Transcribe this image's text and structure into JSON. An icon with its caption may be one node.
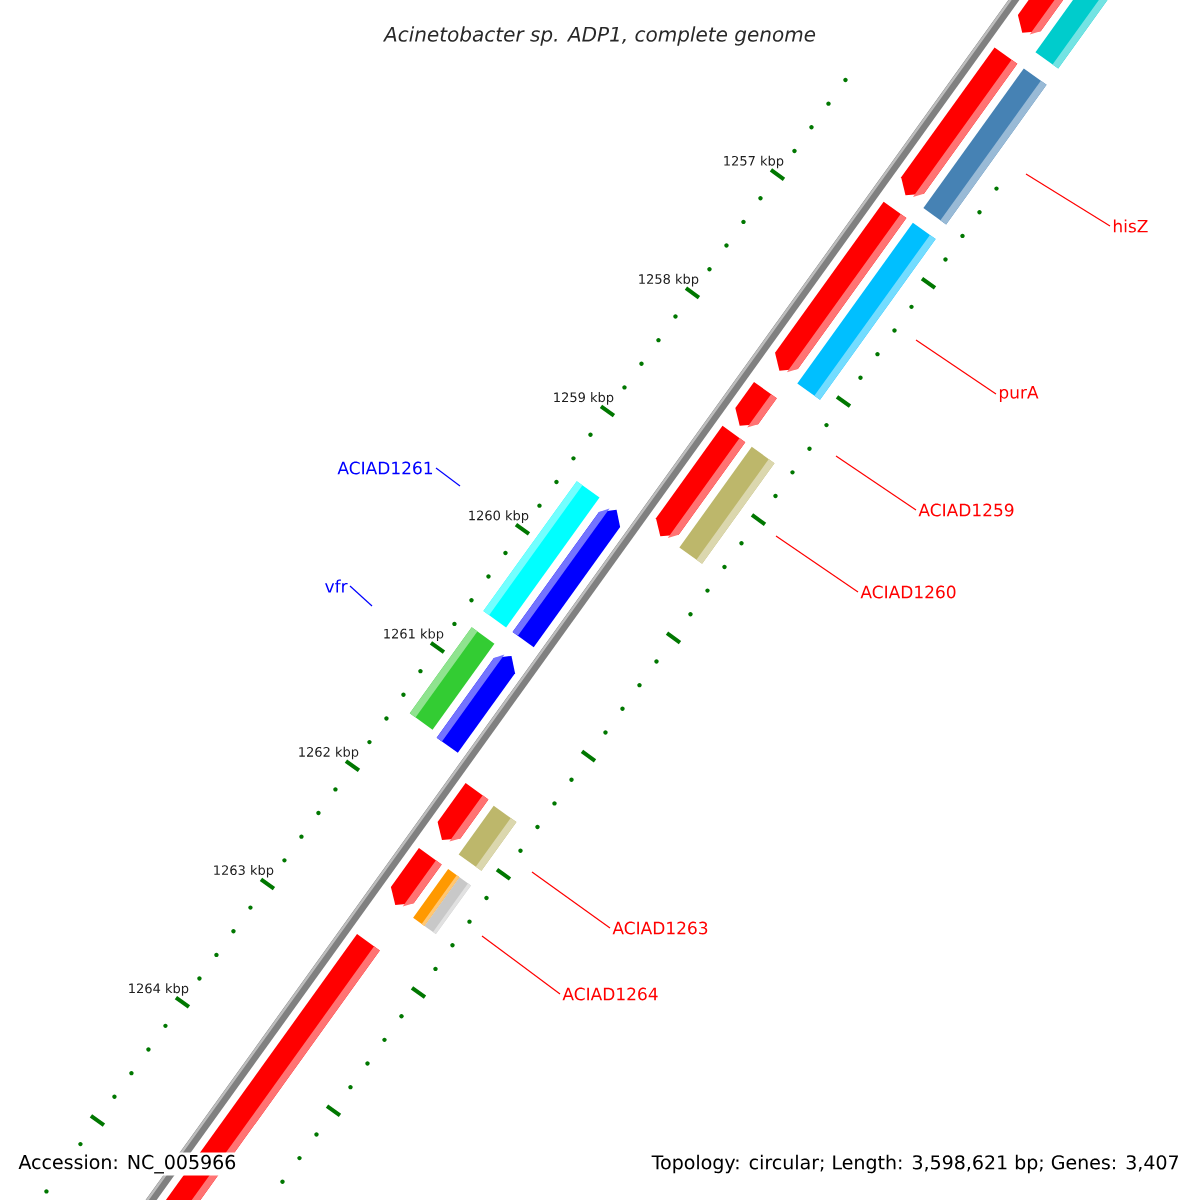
{
  "diagram": {
    "title": "Acinetobacter sp. ADP1, complete genome",
    "nodes": [
      {
        "text": [
          "hisZ"
        ]
      },
      {
        "text": [
          "purA"
        ]
      },
      {
        "text": [
          "ACIAD1259"
        ]
      },
      {
        "text": [
          "ACIAD1260"
        ]
      },
      {
        "text": [
          "ACIAD1263"
        ]
      },
      {
        "text": [
          "ACIAD1264"
        ]
      },
      {
        "text": [
          "ACIAD1261"
        ]
      },
      {
        "text": [
          "vfr"
        ]
      }
    ],
    "edges": [
      {
        "from": 0,
        "to": null,
        "arrow": "none"
      },
      {
        "from": 1,
        "to": null,
        "arrow": "none"
      },
      {
        "from": 2,
        "to": null,
        "arrow": "none"
      },
      {
        "from": 3,
        "to": null,
        "arrow": "none"
      },
      {
        "from": 4,
        "to": null,
        "arrow": "none"
      },
      {
        "from": 5,
        "to": null,
        "arrow": "none"
      },
      {
        "from": 6,
        "to": null,
        "arrow": "none",
        "color": "#0000ff"
      },
      {
        "from": 7,
        "to": null,
        "arrow": "none",
        "color": "#0000ff"
      }
    ],
    "labels": [
      "1257 kbp",
      "1258 kbp",
      "1259 kbp",
      "1260 kbp",
      "1261 kbp",
      "1262 kbp",
      "1263 kbp",
      "1264 kbp",
      "Accession: NC_005966",
      "Topology: circular; Length: 3,598,621 bp; Genes: 3,407"
    ]
  }
}
